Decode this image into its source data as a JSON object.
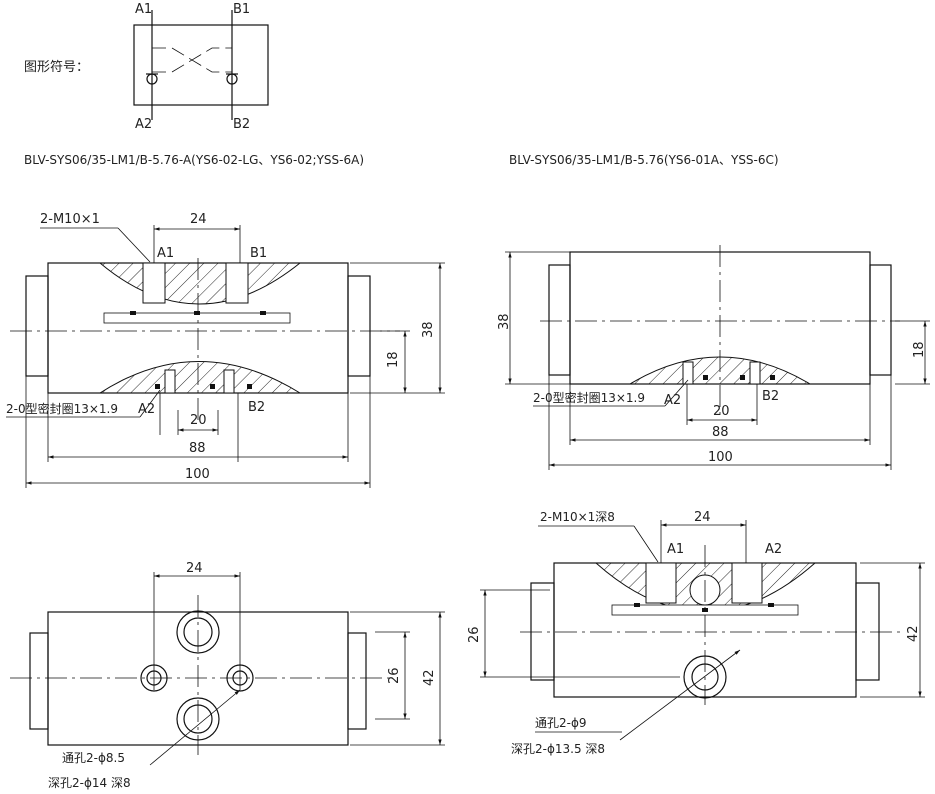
{
  "symbol": {
    "label": "图形符号：",
    "a1": "A1",
    "b1": "B1",
    "a2": "A2",
    "b2": "B2"
  },
  "model_left": "BLV-SYS06/35-LM1/B-5.76-A(YS6-02-LG、YS6-02;YSS-6A)",
  "model_right": "BLV-SYS06/35-LM1/B-5.76(YS6-01A、YSS-6C)",
  "left_front": {
    "thread": "2-M10×1",
    "d24": "24",
    "a1": "A1",
    "b1": "B1",
    "d38": "38",
    "d18": "18",
    "seal": "2-0型密封圈13×1.9",
    "a2": "A2",
    "b2": "B2",
    "d20": "20",
    "d88": "88",
    "d100": "100"
  },
  "right_front": {
    "d38": "38",
    "d18": "18",
    "seal": "2-0型密封圈13×1.9",
    "a2": "A2",
    "b2": "B2",
    "d20": "20",
    "d88": "88",
    "d100": "100"
  },
  "left_bottom": {
    "d24": "24",
    "d26": "26",
    "d42": "42",
    "through": "通孔2-ϕ8.5",
    "counter": "深孔2-ϕ14 深8"
  },
  "right_bottom": {
    "thread": "2-M10×1深8",
    "d24": "24",
    "a1": "A1",
    "a2": "A2",
    "d26": "26",
    "d42": "42",
    "through": "通孔2-ϕ9",
    "counter": "深孔2-ϕ13.5 深8"
  }
}
